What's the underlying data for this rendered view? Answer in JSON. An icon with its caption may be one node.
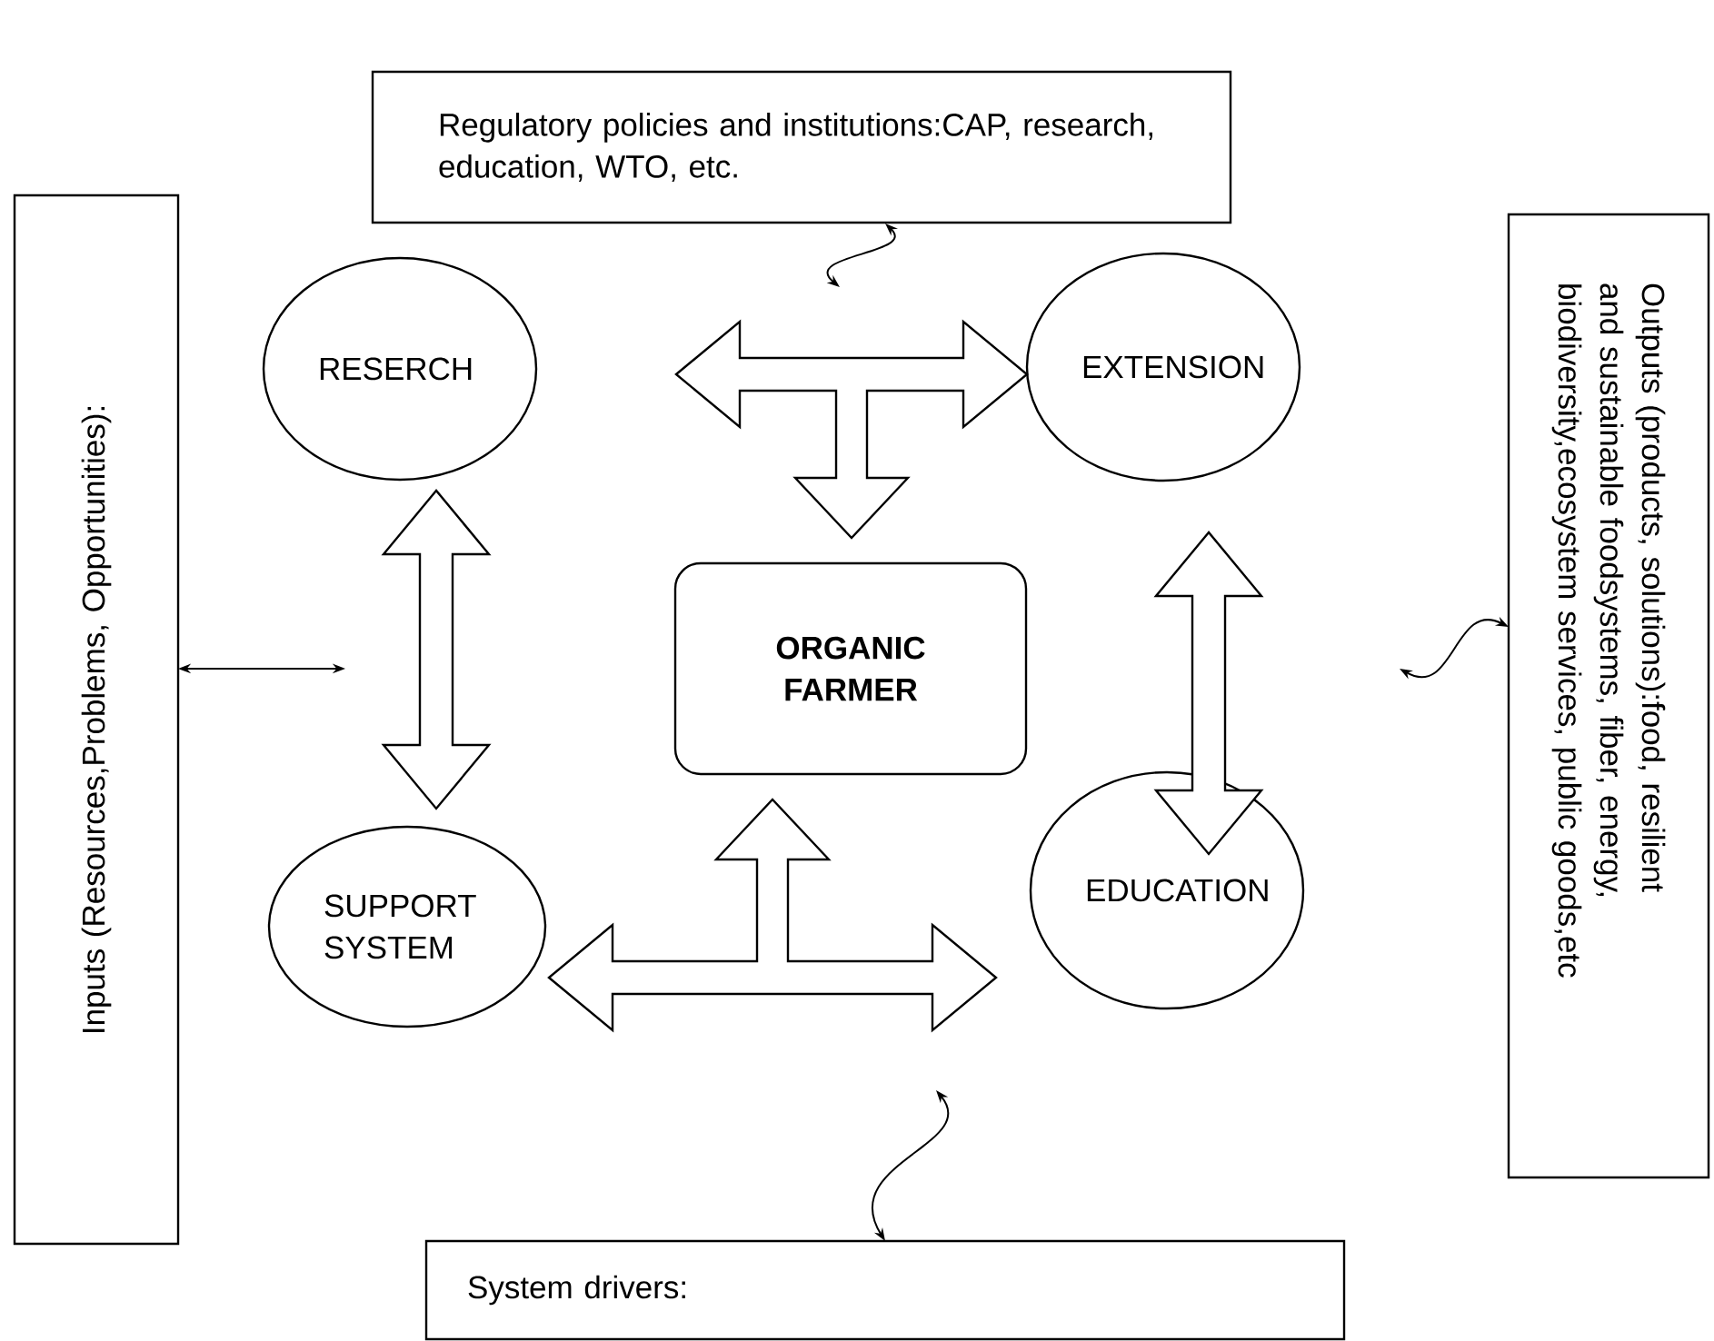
{
  "diagram": {
    "nodes": [
      {
        "text": [
          "Regulatory policies and institutions:CAP, research, education, WTO, etc."
        ]
      },
      {
        "text": [
          "Inputs (Resources,Problems, Opportunities):"
        ]
      },
      {
        "text": [
          "Outputs (products, solutions):food, resilient and sustainable foodsystems, fiber, energy, biodiversity,ecosystem services, public goods,etc"
        ]
      },
      {
        "text": [
          "RESERCH"
        ]
      },
      {
        "text": [
          "EXTENSION"
        ]
      },
      {
        "text": [
          "ORGANIC FARMER"
        ]
      },
      {
        "text": [
          "SUPPORT SYSTEM"
        ]
      },
      {
        "text": [
          "EDUCATION"
        ]
      },
      {
        "text": [
          "System drivers:"
        ]
      }
    ],
    "edges": [
      {
        "from": 3,
        "to": 4,
        "arrow": "both"
      },
      {
        "from": 3,
        "to": 5,
        "arrow": "both"
      },
      {
        "from": 4,
        "to": 5,
        "arrow": "both"
      },
      {
        "from": 3,
        "to": 6,
        "arrow": "both"
      },
      {
        "from": 4,
        "to": 7,
        "arrow": "both"
      },
      {
        "from": 6,
        "to": 7,
        "arrow": "both"
      },
      {
        "from": 6,
        "to": 5,
        "arrow": "both"
      },
      {
        "from": 7,
        "to": 5,
        "arrow": "both"
      },
      {
        "from": 0,
        "to": null,
        "arrow": "both"
      },
      {
        "from": 1,
        "to": null,
        "arrow": "both"
      },
      {
        "from": 2,
        "to": null,
        "arrow": "both"
      },
      {
        "from": 8,
        "to": null,
        "arrow": "both"
      }
    ]
  }
}
